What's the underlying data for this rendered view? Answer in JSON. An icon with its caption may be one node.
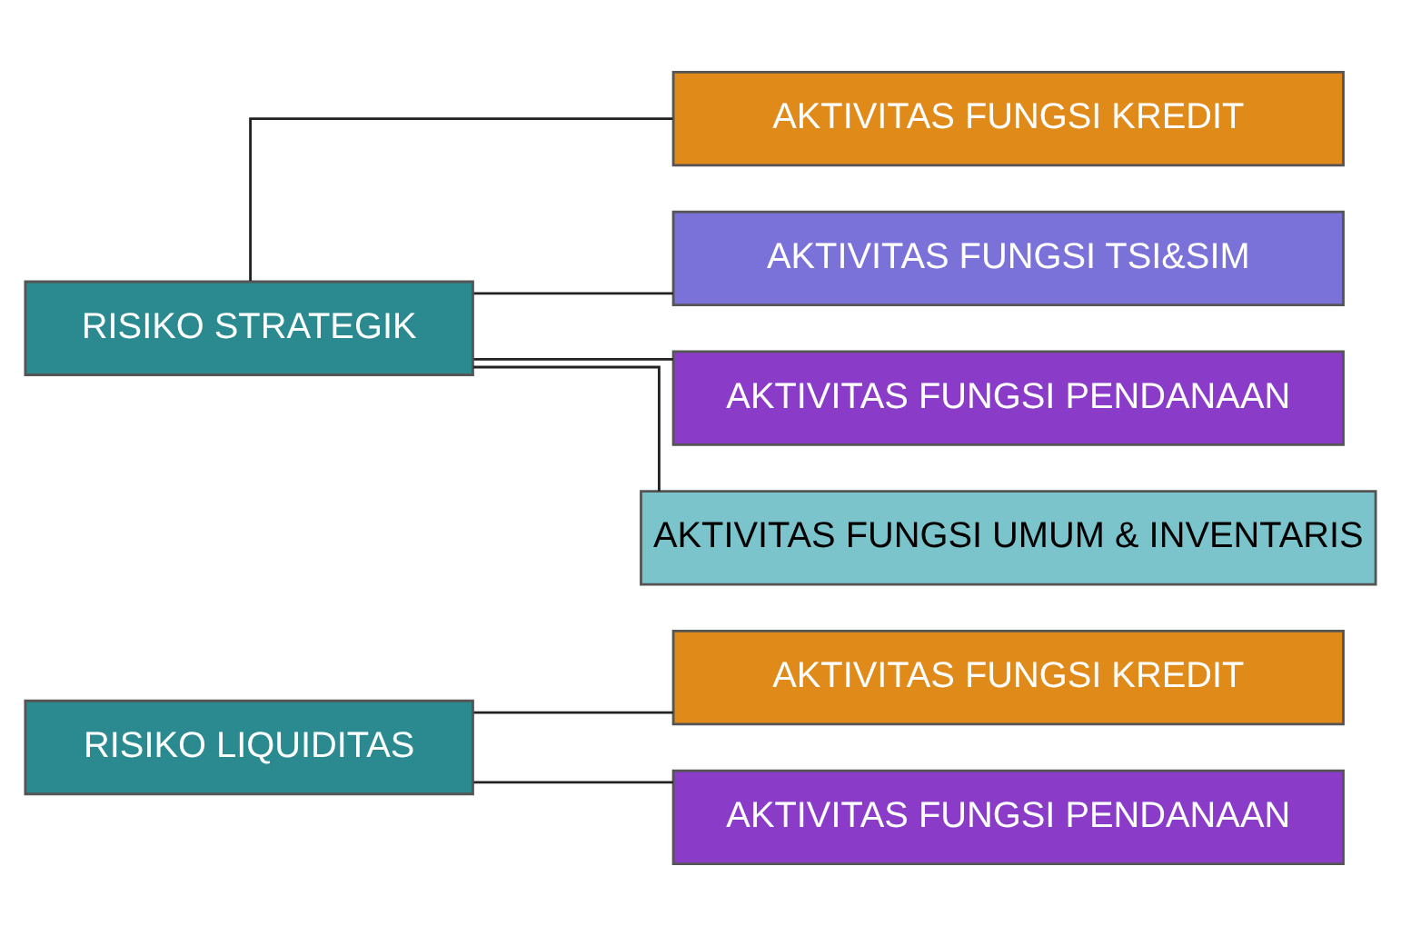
{
  "diagram": {
    "nodes": [
      {
        "text": [
          "RISIKO LIQUIDITAS"
        ]
      },
      {
        "text": [
          "AKTIVITAS FUNGSI KREDIT"
        ]
      },
      {
        "text": [
          "AKTIVITAS FUNGSI PENDANAAN"
        ]
      },
      {
        "text": [
          "RISIKO STRATEGIK"
        ]
      },
      {
        "text": [
          "AKTIVITAS FUNGSI KREDIT"
        ]
      },
      {
        "text": [
          "AKTIVITAS FUNGSI TSI&SIM"
        ]
      },
      {
        "text": [
          "AKTIVITAS FUNGSI PENDANAAN"
        ]
      },
      {
        "text": [
          "AKTIVITAS FUNGSI UMUM & INVENTARIS"
        ]
      }
    ],
    "edges": [
      {
        "from": 0,
        "to": 1,
        "arrow": "none"
      },
      {
        "from": 0,
        "to": 2,
        "arrow": "none"
      },
      {
        "from": 3,
        "to": 4,
        "arrow": "none"
      },
      {
        "from": 3,
        "to": 5,
        "arrow": "none"
      },
      {
        "from": 3,
        "to": 6,
        "arrow": "none"
      },
      {
        "from": 3,
        "to": 7,
        "arrow": "none"
      }
    ]
  }
}
